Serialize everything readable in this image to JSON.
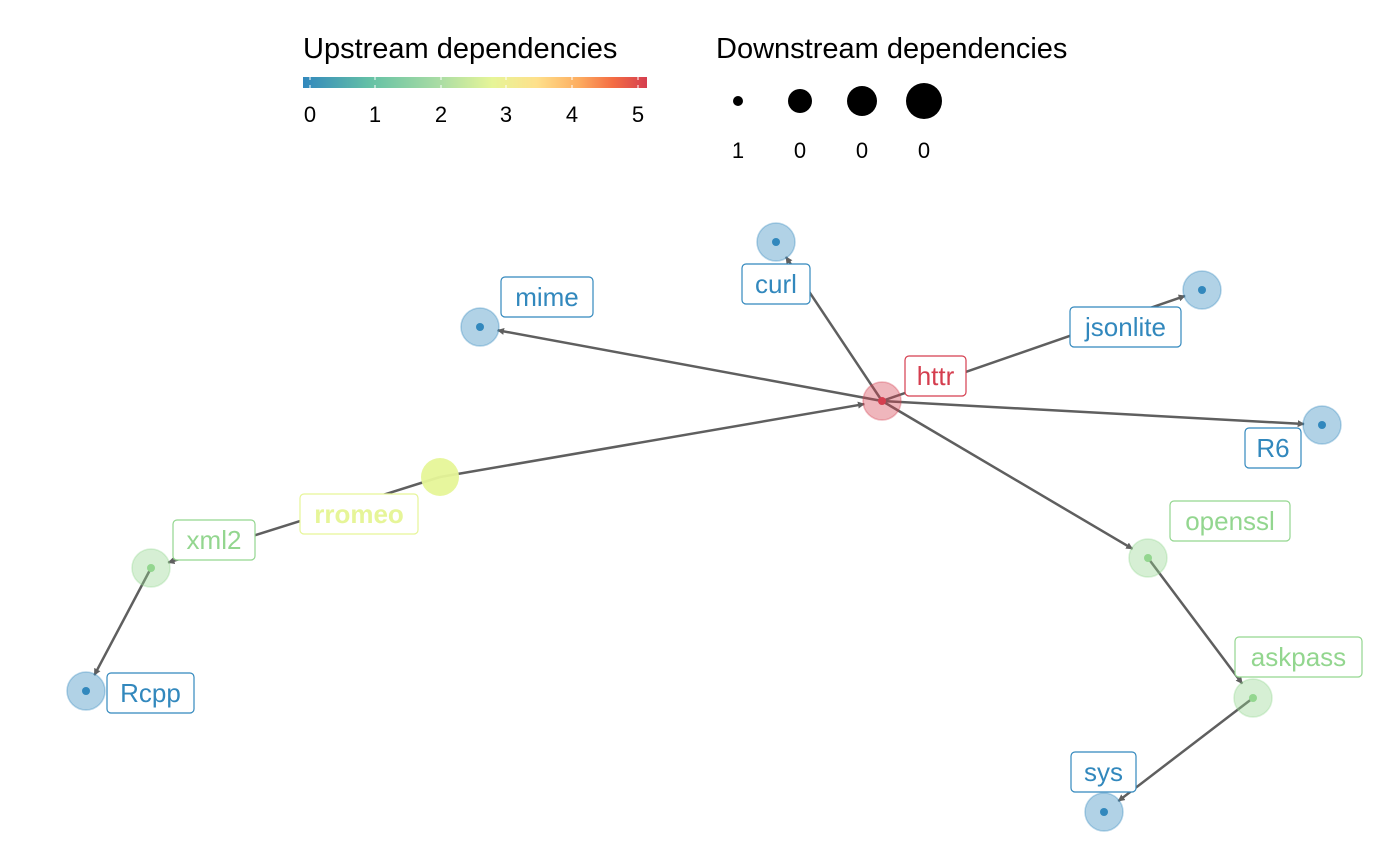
{
  "legend": {
    "upstream": {
      "title": "Upstream dependencies",
      "ticks": [
        "0",
        "1",
        "2",
        "3",
        "4",
        "5"
      ],
      "colors": [
        "#3288bd",
        "#66c2a5",
        "#abdda4",
        "#e6f598",
        "#fee08b",
        "#fdae61",
        "#f46d43",
        "#d53e4f"
      ]
    },
    "downstream": {
      "title": "Downstream dependencies",
      "labels": [
        "1",
        "0",
        "0",
        "0"
      ]
    }
  },
  "graph": {
    "nodes": [
      {
        "id": "httr",
        "label": "httr",
        "color": "#d53e4f",
        "text_color": "#d53e4f"
      },
      {
        "id": "mime",
        "label": "mime",
        "color": "#3288bd",
        "text_color": "#3288bd"
      },
      {
        "id": "curl",
        "label": "curl",
        "color": "#3288bd",
        "text_color": "#3288bd"
      },
      {
        "id": "jsonlite",
        "label": "jsonlite",
        "color": "#3288bd",
        "text_color": "#3288bd"
      },
      {
        "id": "R6",
        "label": "R6",
        "color": "#3288bd",
        "text_color": "#3288bd"
      },
      {
        "id": "openssl",
        "label": "openssl",
        "color": "#93d68f",
        "text_color": "#93d68f"
      },
      {
        "id": "askpass",
        "label": "askpass",
        "color": "#93d68f",
        "text_color": "#93d68f"
      },
      {
        "id": "sys",
        "label": "sys",
        "color": "#3288bd",
        "text_color": "#3288bd"
      },
      {
        "id": "rromeo",
        "label": "rromeo",
        "color": "#e6f598",
        "text_color": "#e6f598"
      },
      {
        "id": "xml2",
        "label": "xml2",
        "color": "#93d68f",
        "text_color": "#93d68f"
      },
      {
        "id": "Rcpp",
        "label": "Rcpp",
        "color": "#3288bd",
        "text_color": "#3288bd"
      }
    ],
    "edges": [
      {
        "from": "rromeo",
        "to": "httr"
      },
      {
        "from": "httr",
        "to": "mime"
      },
      {
        "from": "httr",
        "to": "curl"
      },
      {
        "from": "httr",
        "to": "jsonlite"
      },
      {
        "from": "httr",
        "to": "R6"
      },
      {
        "from": "httr",
        "to": "openssl"
      },
      {
        "from": "openssl",
        "to": "askpass"
      },
      {
        "from": "askpass",
        "to": "sys"
      },
      {
        "from": "rromeo",
        "to": "xml2"
      },
      {
        "from": "xml2",
        "to": "Rcpp"
      }
    ]
  }
}
